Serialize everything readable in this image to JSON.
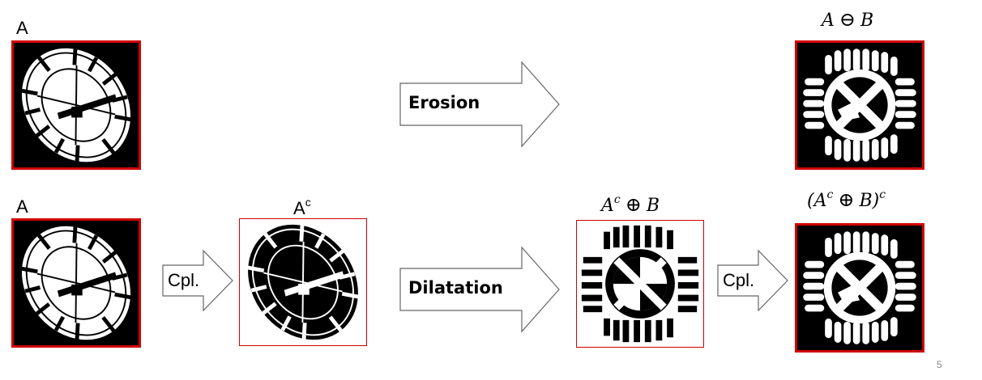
{
  "labels": {
    "a_top": "A",
    "a_bottom": "A",
    "a_complement_base": "A",
    "a_complement_sup": "c"
  },
  "formulas": {
    "erosion_result": {
      "left": "A",
      "op": "⊖",
      "right": "B"
    },
    "dilation_result": {
      "left": "A",
      "sup": "c",
      "op": "⊕",
      "right": "B"
    },
    "final_result": {
      "open": "(",
      "left": "A",
      "sup": "c",
      "op": "⊕",
      "right": "B",
      "close": ")",
      "sup2": "c"
    }
  },
  "arrows": {
    "erosion": "Erosion",
    "dilatation": "Dilatation",
    "complement_1": "Cpl.",
    "complement_2": "Cpl."
  },
  "images": {
    "original_top": "clock-face-binary-image",
    "original_bottom": "clock-face-binary-image",
    "complement": "clock-face-complement-image",
    "dilated": "clock-face-dilated-image",
    "eroded_top": "clock-face-eroded-image",
    "final": "clock-face-eroded-image"
  },
  "colors": {
    "frame": "#d00000",
    "foreground": "#ffffff",
    "background": "#000000"
  },
  "page_number": "5"
}
